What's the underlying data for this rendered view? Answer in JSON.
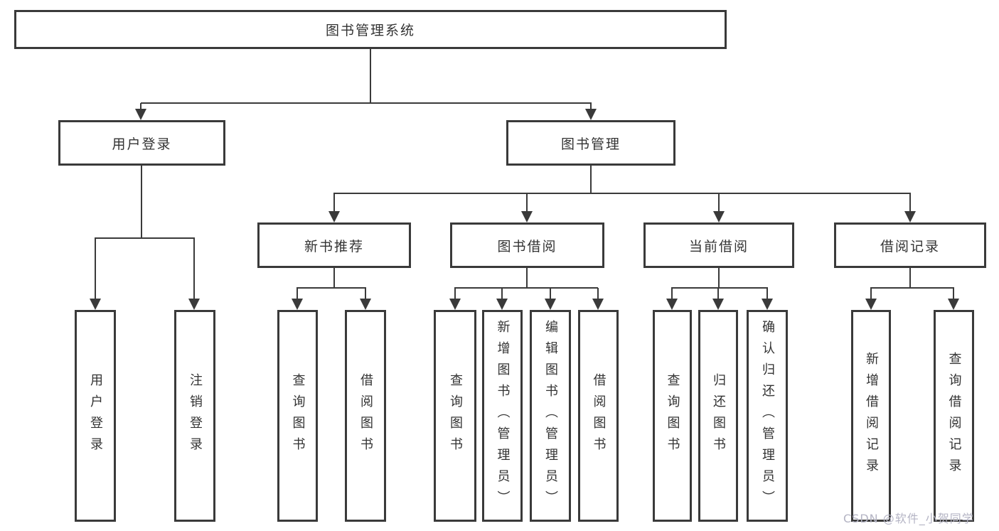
{
  "tree": {
    "root": "图书管理系统",
    "user_login": {
      "label": "用户登录",
      "children": [
        "用户登录",
        "注销登录"
      ]
    },
    "book_management": {
      "label": "图书管理",
      "new_book_recommend": {
        "label": "新书推荐",
        "children": [
          "查询图书",
          "借阅图书"
        ]
      },
      "book_borrow": {
        "label": "图书借阅",
        "children": [
          "查询图书",
          "新增图书（管理员）",
          "编辑图书（管理员）",
          "借阅图书"
        ]
      },
      "current_borrow": {
        "label": "当前借阅",
        "children": [
          "查询图书",
          "归还图书",
          "确认归还（管理员）"
        ]
      },
      "borrow_records": {
        "label": "借阅记录",
        "children": [
          "新增借阅记录",
          "查询借阅记录"
        ]
      }
    }
  },
  "watermark": "CSDN @软件_小贺同学",
  "colors": {
    "line": "#3a3a3a",
    "text": "#333333",
    "watermark": "#b4b4c4",
    "background": "#ffffff"
  }
}
